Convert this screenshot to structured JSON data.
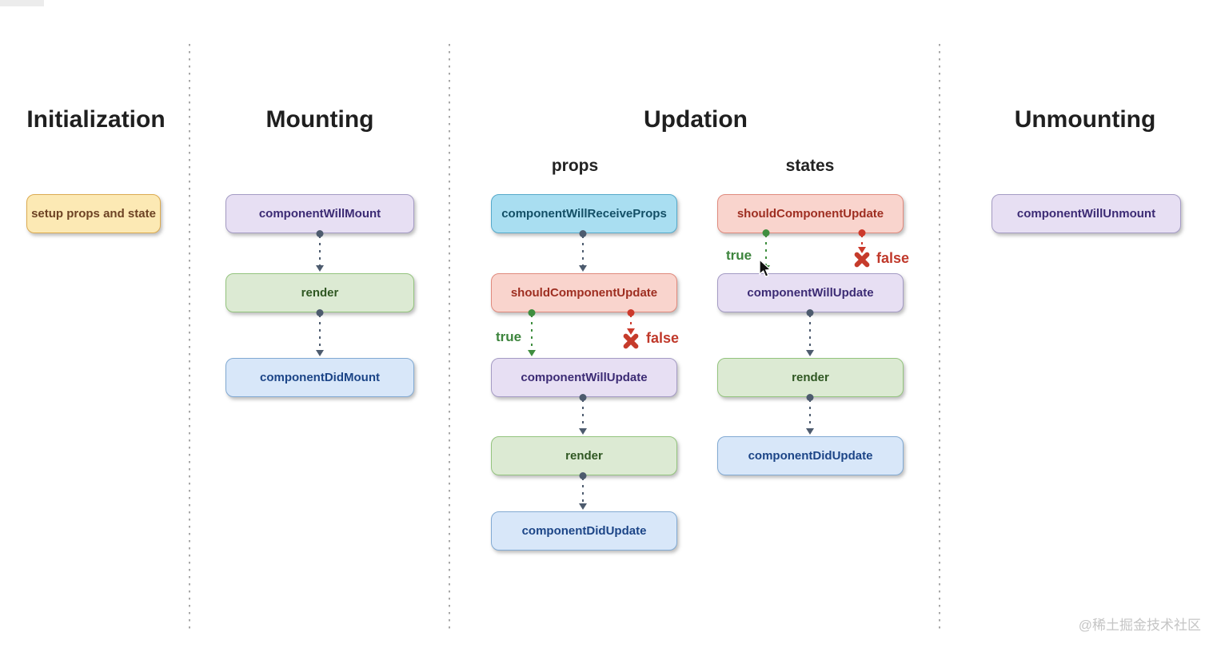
{
  "diagram": {
    "sections": {
      "initialization": "Initialization",
      "mounting": "Mounting",
      "updation": "Updation",
      "unmounting": "Unmounting"
    },
    "subcolumns": {
      "props": "props",
      "states": "states"
    },
    "nodes": {
      "setup": "setup props and state",
      "component_will_mount": "componentWillMount",
      "mount_render": "render",
      "component_did_mount": "componentDidMount",
      "component_will_receive_props": "componentWillReceiveProps",
      "props_should_component_update": "shouldComponentUpdate",
      "props_component_will_update": "componentWillUpdate",
      "props_render": "render",
      "props_component_did_update": "componentDidUpdate",
      "states_should_component_update": "shouldComponentUpdate",
      "states_component_will_update": "componentWillUpdate",
      "states_render": "render",
      "states_component_did_update": "componentDidUpdate",
      "component_will_unmount": "componentWillUnmount"
    },
    "branches": {
      "props_true": "true",
      "props_false": "false",
      "states_true": "true",
      "states_false": "false"
    },
    "colors": {
      "yellow_fill": "#fce9b4",
      "yellow_border": "#dcab50",
      "yellow_text": "#6d4324",
      "lavender_fill": "#e7dff3",
      "lavender_border": "#a49bc4",
      "lavender_text": "#3c2b74",
      "green_fill": "#dcead3",
      "green_border": "#94c47e",
      "green_text": "#2f5722",
      "blue_fill": "#d8e7f9",
      "blue_border": "#82aad3",
      "blue_text": "#1c4587",
      "cyan_fill": "#a9def1",
      "cyan_border": "#55a9ca",
      "cyan_text": "#134f66",
      "red_fill": "#f9d4cd",
      "red_border": "#e08a7d",
      "red_text": "#9e2e21",
      "arrow_slate": "#4d5b6e",
      "arrow_true_green": "#3f8e3f",
      "arrow_false_red": "#cc3a2c",
      "x_mark_red": "#c63b2b",
      "divider_gray": "#a8a8a8",
      "watermark_gray": "#c5c5c5"
    },
    "icons": {
      "x_mark": "heavy-x",
      "cursor": "mouse-pointer"
    },
    "watermark": "@稀土掘金技术社区"
  }
}
